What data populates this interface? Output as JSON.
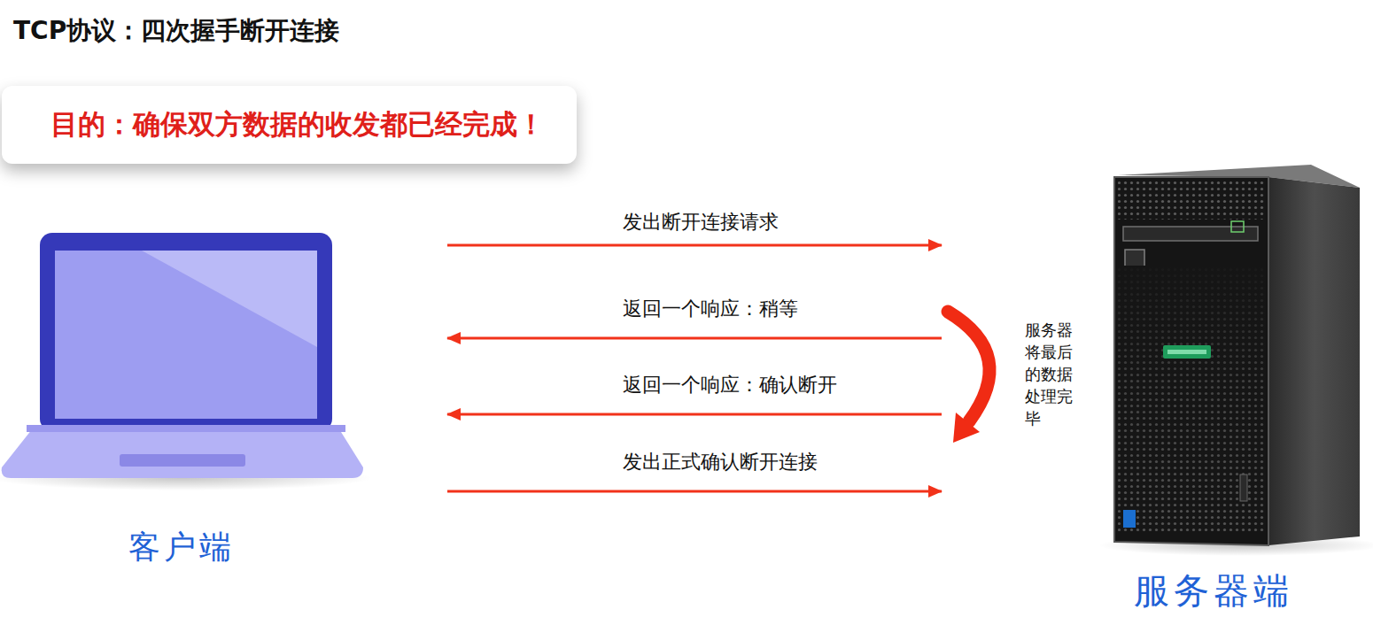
{
  "diagram": {
    "title": "TCP协议：四次握手断开连接",
    "nodes": [
      {
        "text": [
          "目的：确保双方数据的收发都已经完成！"
        ]
      },
      {
        "text": [
          "客户端"
        ]
      },
      {
        "text": [
          "服务器端"
        ]
      }
    ],
    "edges": [
      {
        "from": 1,
        "to": 2,
        "arrow": "to",
        "label": "发出断开连接请求"
      },
      {
        "from": 2,
        "to": 1,
        "arrow": "to",
        "label": "返回一个响应：稍等"
      },
      {
        "from": 2,
        "to": 1,
        "arrow": "to",
        "label": "返回一个响应：确认断开"
      },
      {
        "from": 1,
        "to": 2,
        "arrow": "to",
        "label": "发出正式确认断开连接"
      }
    ],
    "labels": [
      "服务器将最后的数据处理完毕"
    ]
  }
}
